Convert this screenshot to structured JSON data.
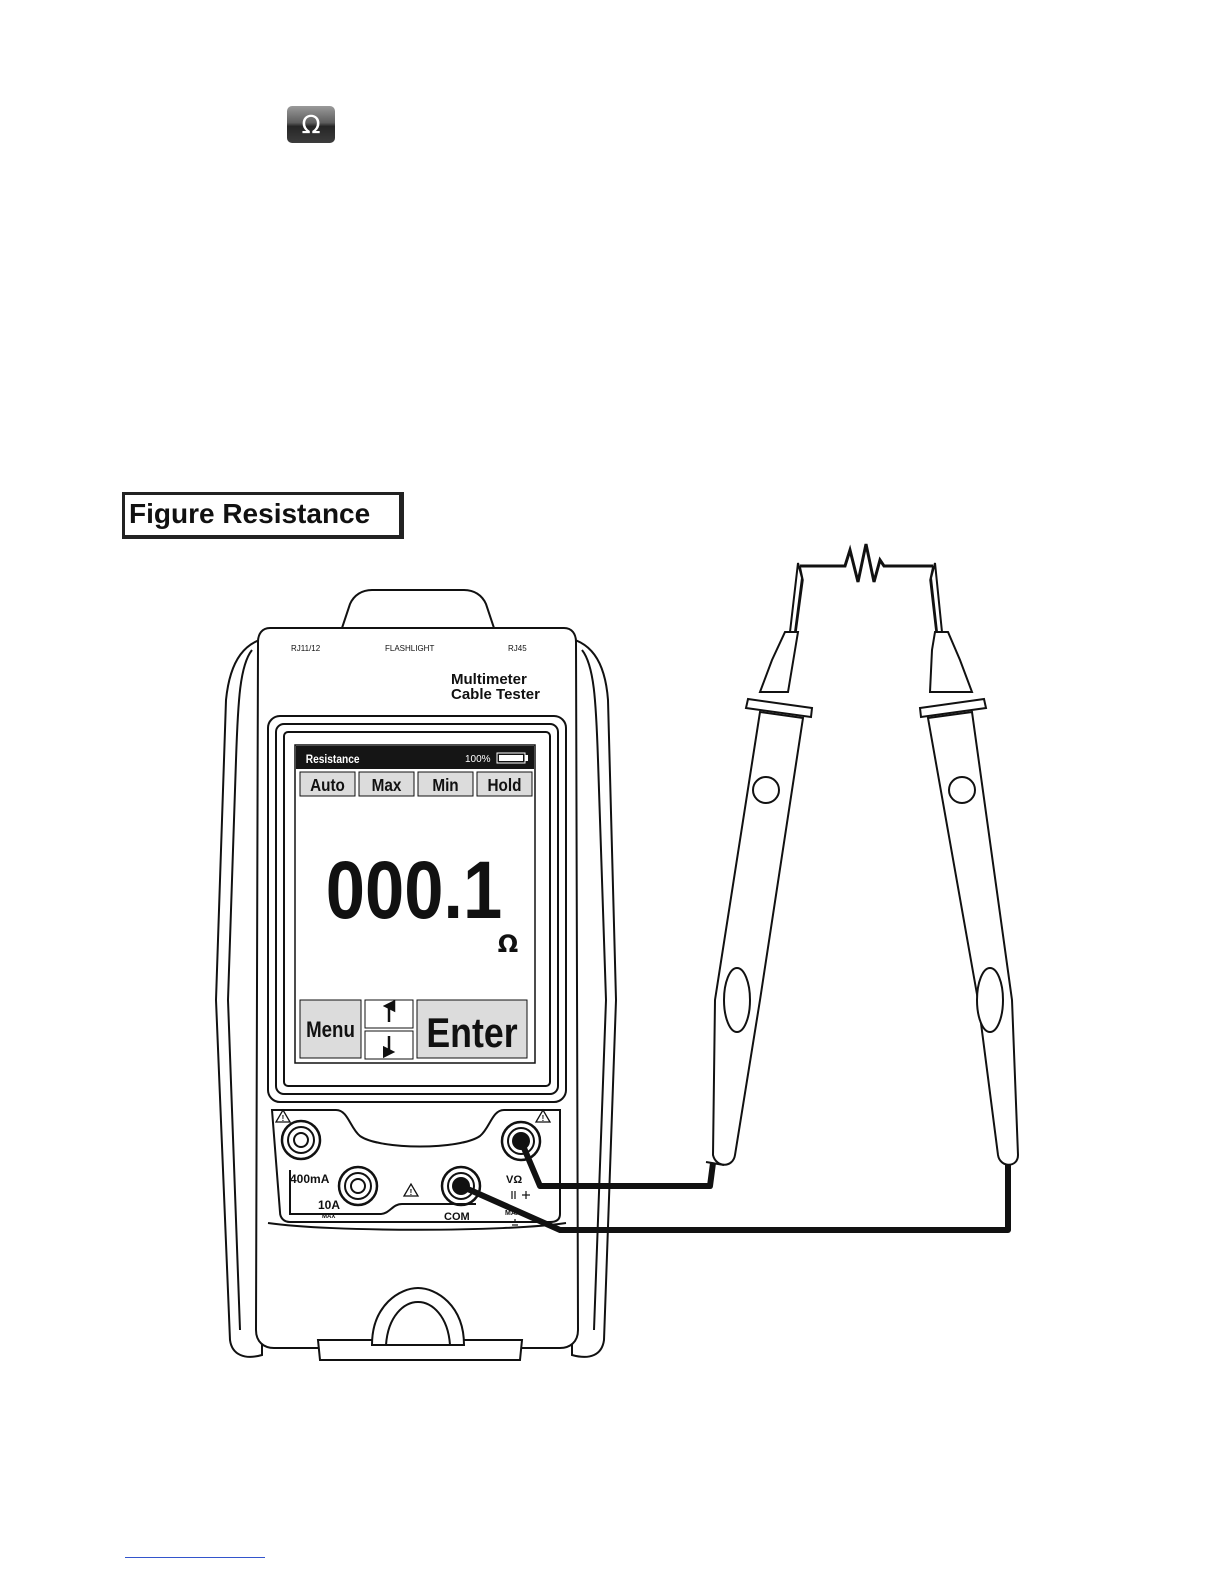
{
  "header": {
    "mode_icon": "omega-icon",
    "mode_symbol": "Ω"
  },
  "figure": {
    "title": "Figure Resistance"
  },
  "meter": {
    "top_ports": [
      "RJ11/12",
      "FLASHLIGHT",
      "RJ45"
    ],
    "brand_line1": "Multimeter",
    "brand_line2": "Cable Tester",
    "screen": {
      "mode_label": "Resistance",
      "battery_percent": "100%",
      "battery_level": 1.0,
      "soft_keys": [
        "Auto",
        "Max",
        "Min",
        "Hold"
      ],
      "reading": "000.1",
      "unit": "Ω",
      "bottom_keys": {
        "menu": "Menu",
        "enter": "Enter"
      }
    },
    "jacks": {
      "current_ma": "400mA",
      "current_a": "10A",
      "current_a_sub": "MAX",
      "common": "COM",
      "voltage": "VΩ",
      "voltage_sub": "MAX"
    }
  },
  "colors": {
    "ink": "#111111",
    "screen_header": "#151515",
    "key_fill": "#dcdcdc",
    "link_rule": "#3355cc"
  }
}
